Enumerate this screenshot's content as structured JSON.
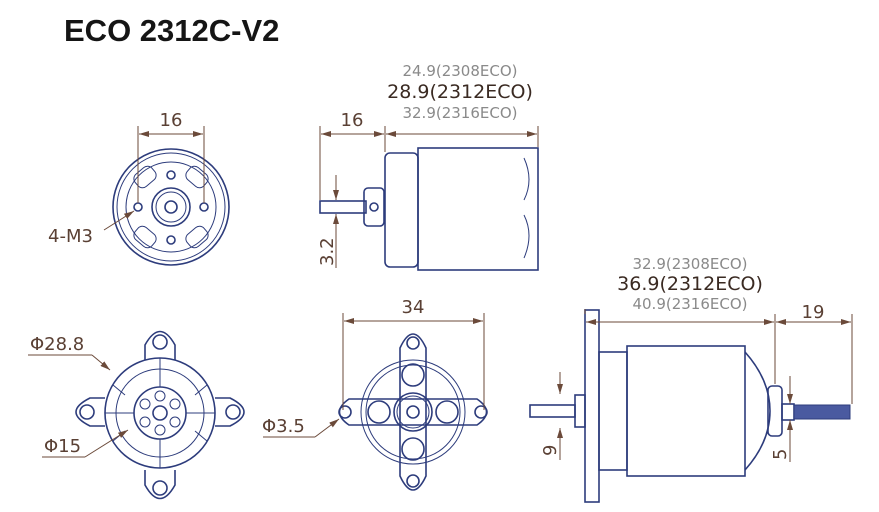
{
  "title": "ECO 2312C-V2",
  "colors": {
    "line": "#2d3c7c",
    "dimension": "#6b4a3a"
  },
  "front_view": {
    "dim_width": "16",
    "hole_label": "4-M3"
  },
  "side_view": {
    "length_2308": "24.9(2308ECO)",
    "length_2312": "28.9(2312ECO)",
    "length_2316": "32.9(2316ECO)",
    "shaft_length": "16",
    "shaft_diameter": "3.2"
  },
  "mount_view": {
    "outer_diameter": "Φ28.8",
    "inner_diameter": "Φ15"
  },
  "cross_mount_view": {
    "span": "34",
    "hole_diameter": "Φ3.5"
  },
  "side_mounted_view": {
    "length_2308": "32.9(2308ECO)",
    "length_2312": "36.9(2312ECO)",
    "length_2316": "40.9(2316ECO)",
    "rear_shaft_length": "19",
    "front_diameter": "9",
    "rear_shaft_diameter": "5"
  }
}
